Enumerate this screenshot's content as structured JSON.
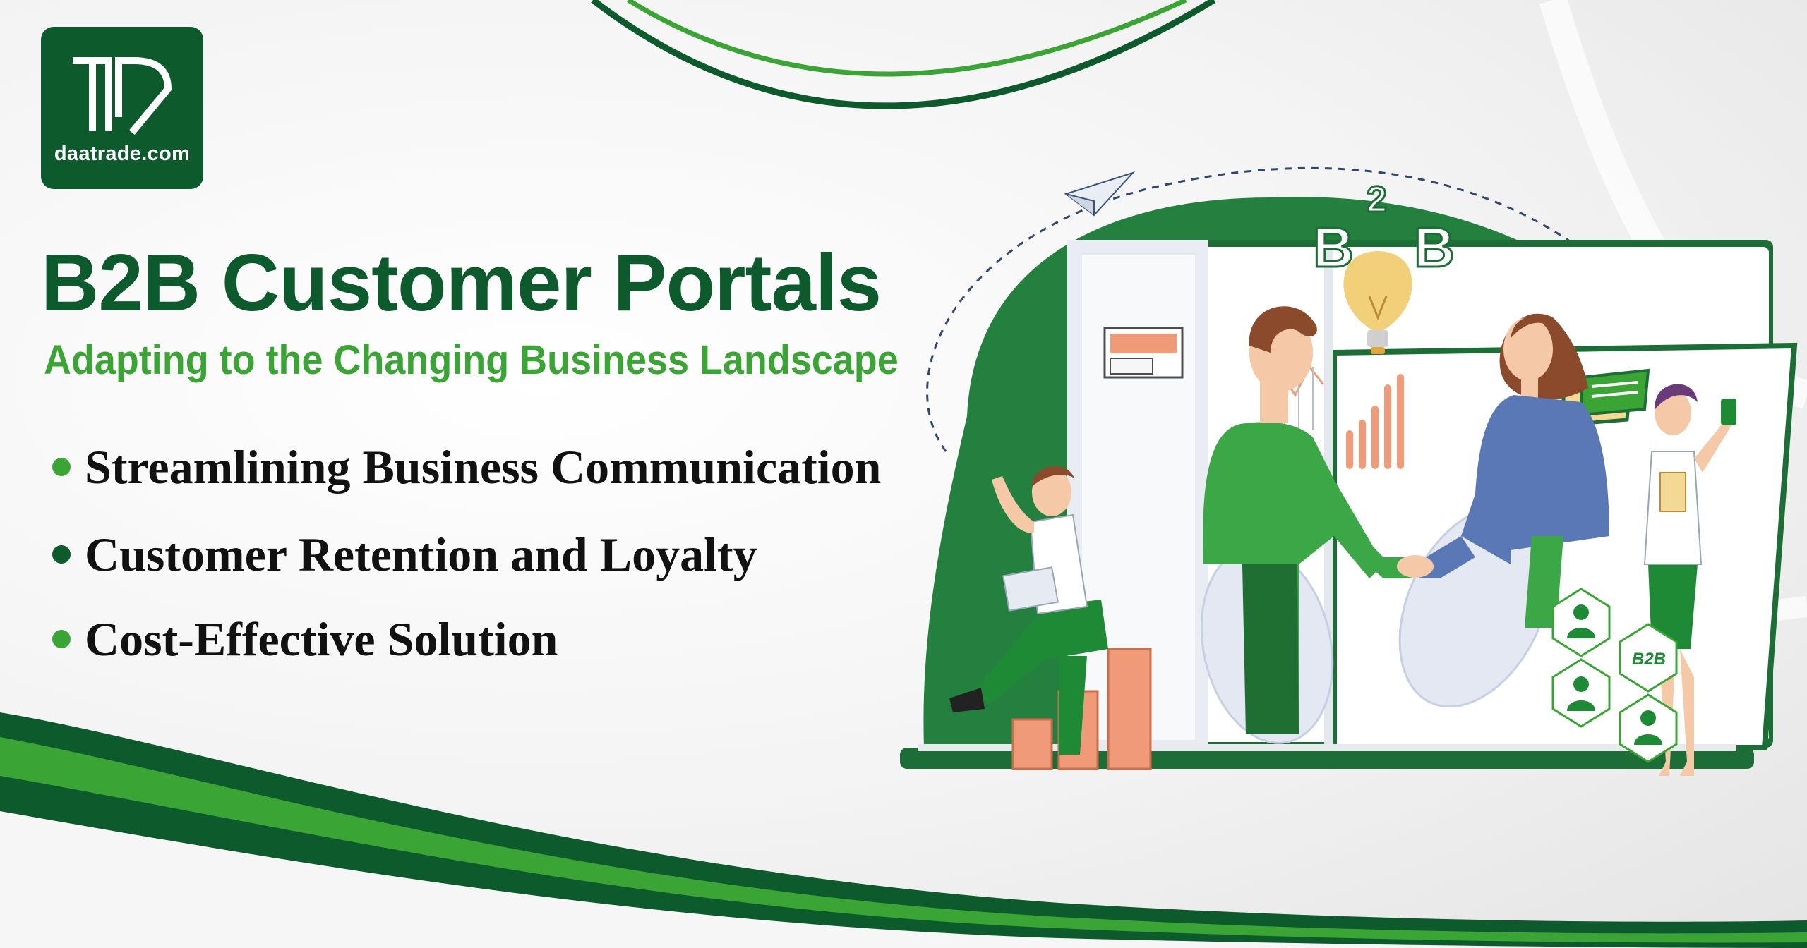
{
  "brand": {
    "logo_text": "daatrade.com",
    "logo_color": "#0d5a2c"
  },
  "headline": "B2B Customer Portals",
  "subheadline": "Adapting to the Changing Business Landscape",
  "bullets": [
    {
      "text": "Streamlining Business Communication",
      "dot_color": "#3aa535"
    },
    {
      "text": "Customer Retention and Loyalty",
      "dot_color": "#0d5a2c"
    },
    {
      "text": "Cost-Effective Solution",
      "dot_color": "#3aa535"
    }
  ],
  "illustration": {
    "bulb_left": "B",
    "bulb_right": "B",
    "bulb_superscript": "2",
    "hex_badge": "B2B"
  },
  "colors": {
    "dark_green": "#0d5a2c",
    "bright_green": "#3aa535",
    "accent_orange": "#f19a78",
    "jacket_blue": "#5a78b6"
  }
}
